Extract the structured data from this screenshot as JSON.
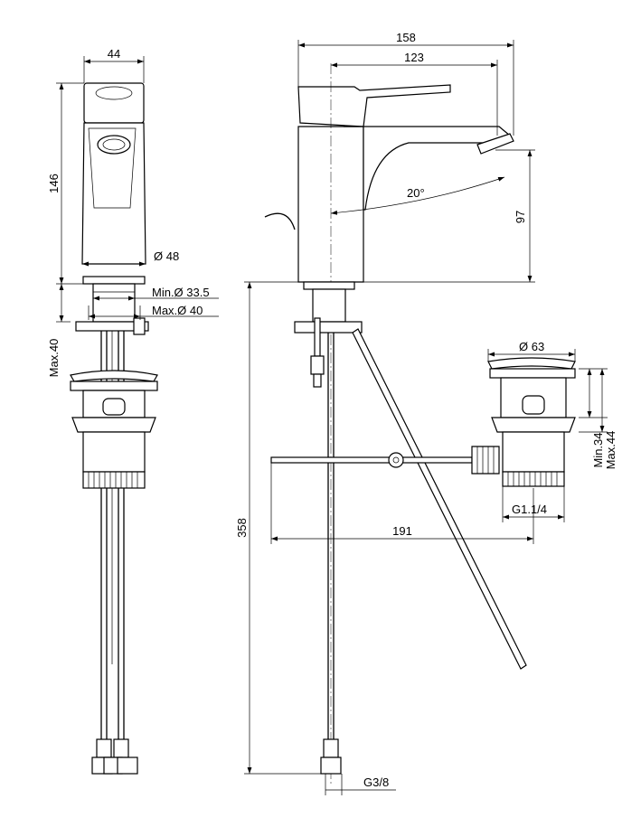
{
  "front_view": {
    "width": "44",
    "height": "146",
    "base_diameter": "Ø 48",
    "hole_min": "Min.Ø 33.5",
    "hole_max": "Max.Ø 40",
    "deck_max": "Max.40"
  },
  "side_view": {
    "overall_length": "158",
    "spout_reach": "123",
    "spout_angle": "20°",
    "spout_height": "97",
    "total_height": "358",
    "inlet_thread": "G3/8"
  },
  "waste_view": {
    "diameter": "Ø 63",
    "min_height": "Min.34",
    "max_height": "Max.44",
    "thread": "G1.1/4",
    "rod_length": "191"
  }
}
